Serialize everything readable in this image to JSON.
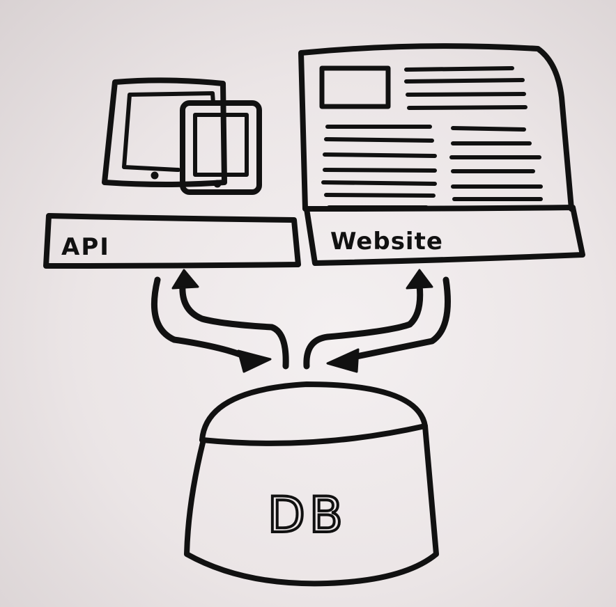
{
  "labels": {
    "api": "API",
    "website": "Website",
    "db": "DB"
  },
  "colors": {
    "paper": "#ece6e7",
    "ink": "#111111"
  }
}
